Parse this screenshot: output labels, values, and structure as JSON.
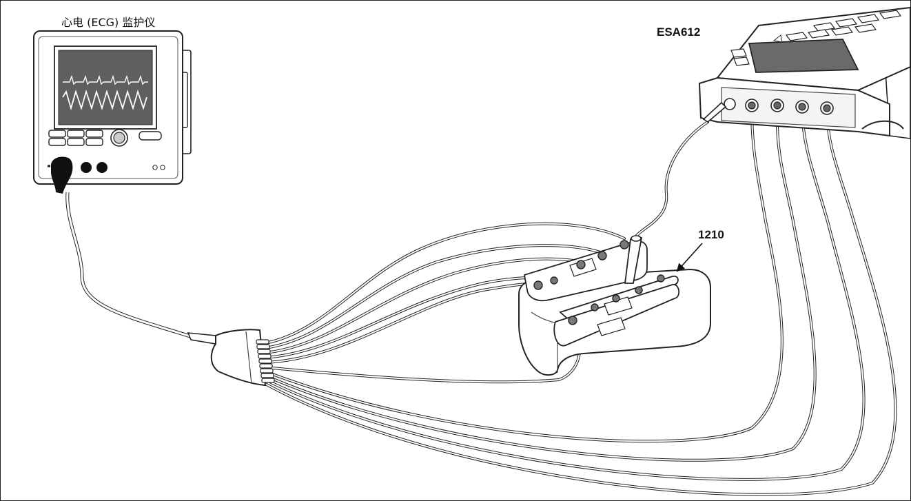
{
  "labels": {
    "monitor": "心电 (ECG) 监护仪",
    "analyzer": "ESA612",
    "adapter": "1210"
  }
}
